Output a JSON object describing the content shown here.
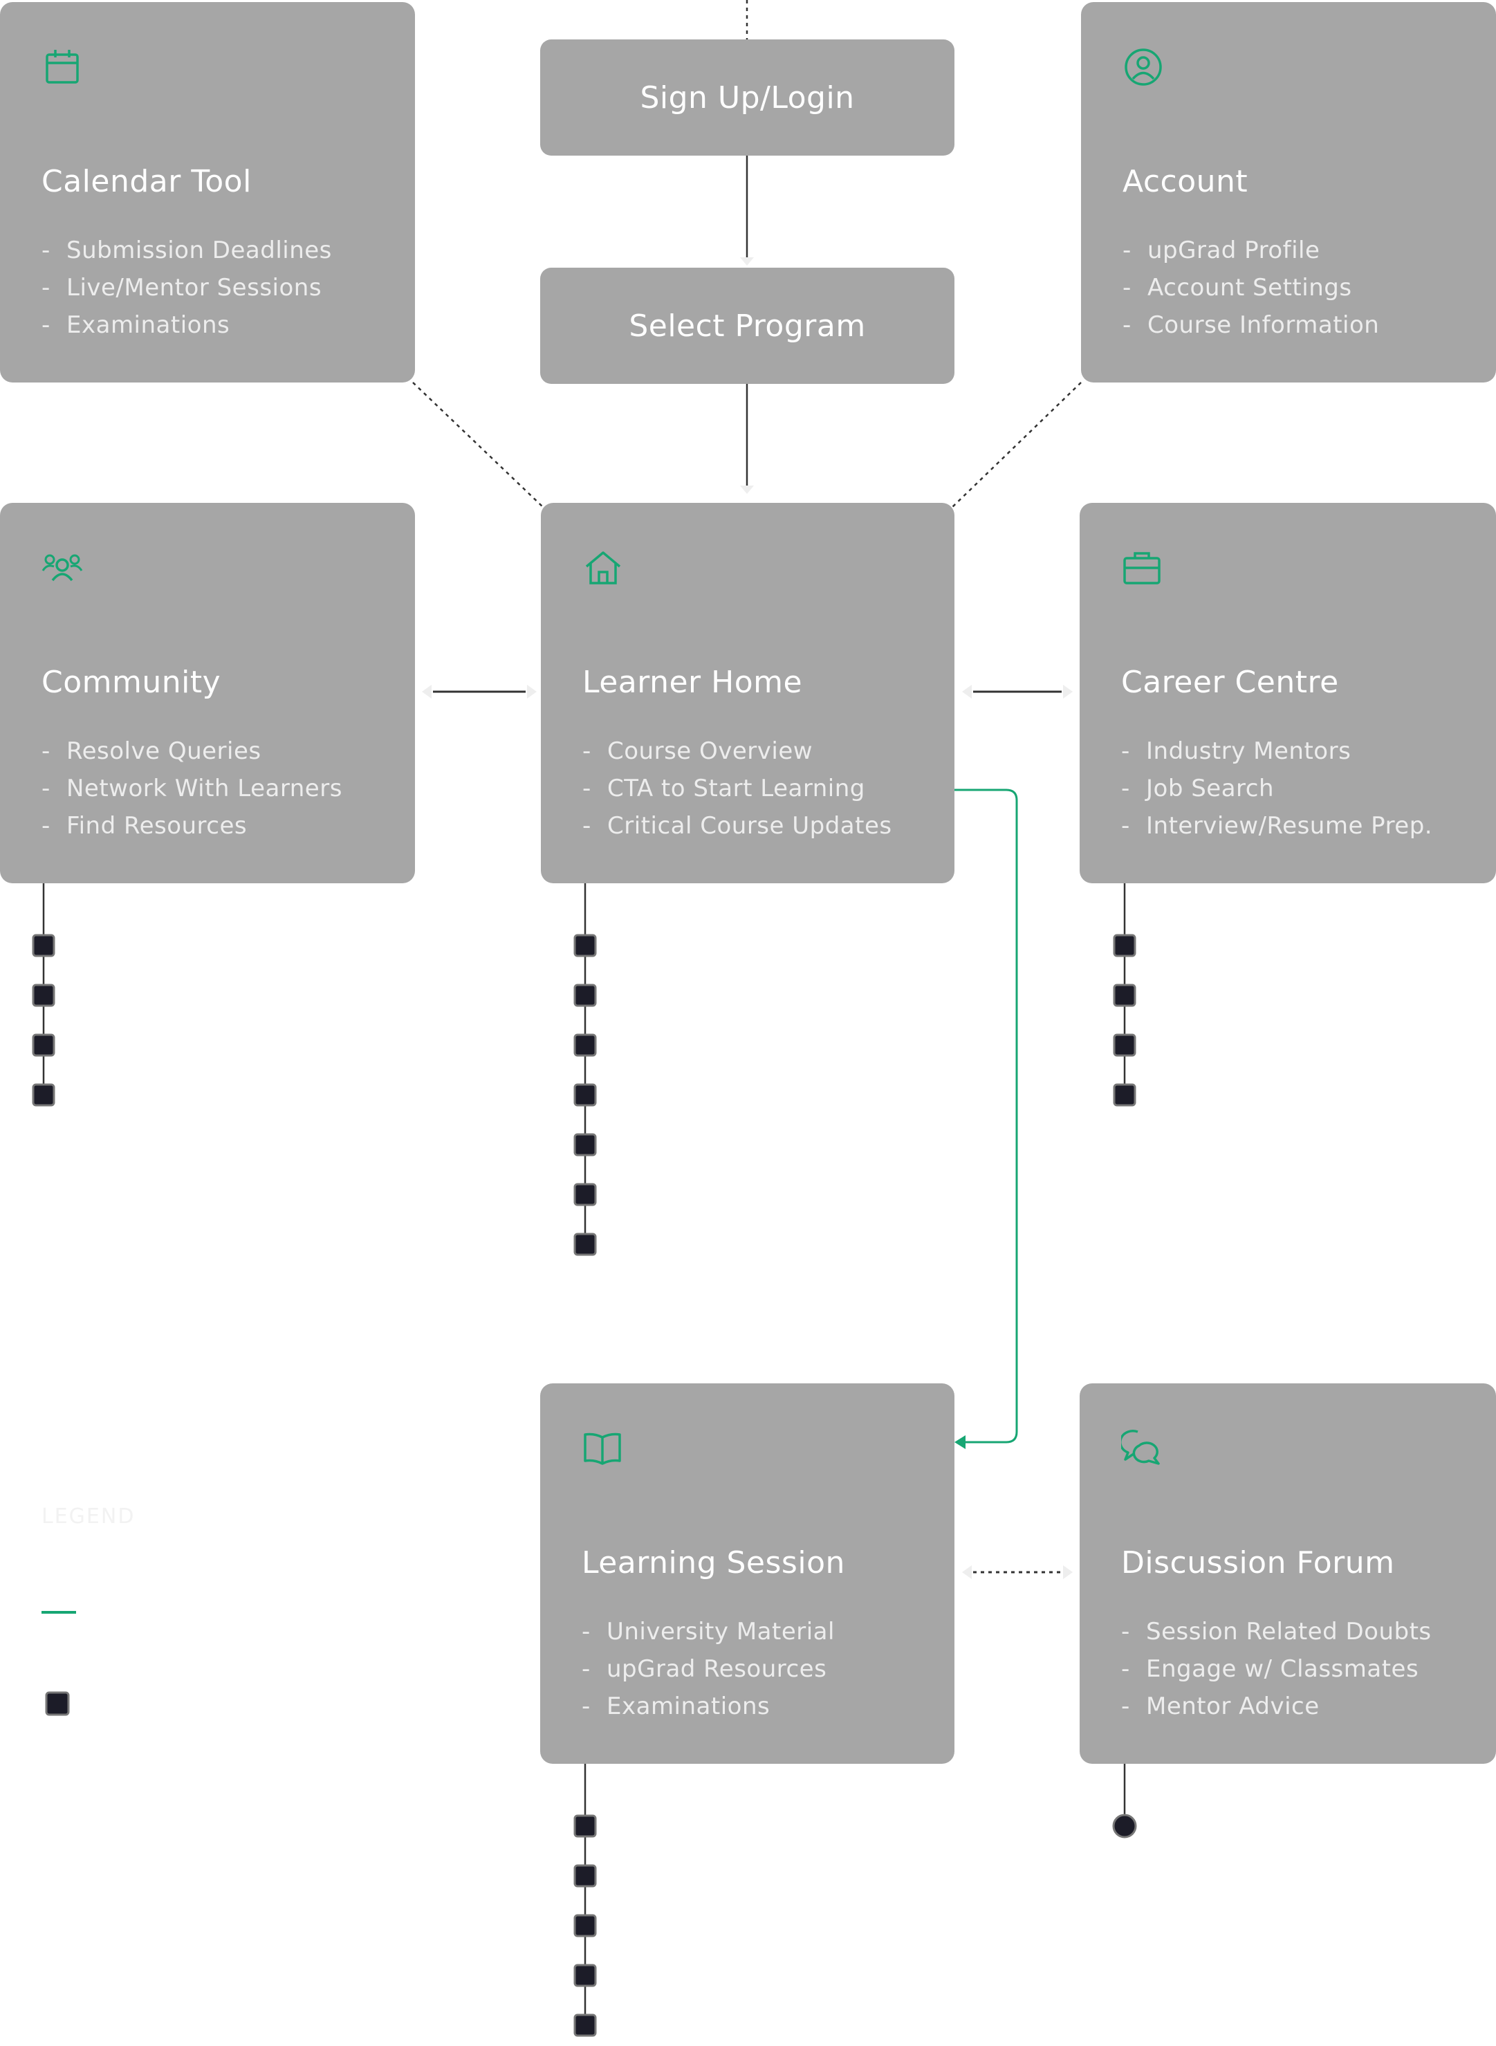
{
  "nodes": {
    "signup": {
      "title": "Sign Up/Login"
    },
    "select_program": {
      "title": "Select Program"
    },
    "calendar": {
      "title": "Calendar Tool",
      "icon": "calendar-icon",
      "items": [
        "Submission Deadlines",
        "Live/Mentor Sessions",
        "Examinations"
      ]
    },
    "account": {
      "title": "Account",
      "icon": "user-circle-icon",
      "items": [
        "upGrad Profile",
        "Account Settings",
        "Course Information"
      ]
    },
    "community": {
      "title": "Community",
      "icon": "users-icon",
      "items": [
        "Resolve Queries",
        "Network With Learners",
        "Find Resources"
      ]
    },
    "learner_home": {
      "title": "Learner Home",
      "icon": "home-icon",
      "items": [
        "Course Overview",
        "CTA to Start Learning",
        "Critical Course Updates"
      ]
    },
    "career": {
      "title": "Career Centre",
      "icon": "briefcase-icon",
      "items": [
        "Industry Mentors",
        "Job Search",
        "Interview/Resume Prep."
      ]
    },
    "learning_session": {
      "title": "Learning Session",
      "icon": "book-icon",
      "items": [
        "University Material",
        "upGrad Resources",
        "Examinations"
      ]
    },
    "forum": {
      "title": "Discussion Forum",
      "icon": "chat-bubbles-icon",
      "items": [
        "Session Related Doubts",
        "Engage w/ Classmates",
        "Mentor Advice"
      ]
    }
  },
  "legend": {
    "title": "LEGEND"
  },
  "colors": {
    "card": "#a6a6a6",
    "accent": "#17a673",
    "node": "#1c1c28",
    "line": "#333333"
  }
}
